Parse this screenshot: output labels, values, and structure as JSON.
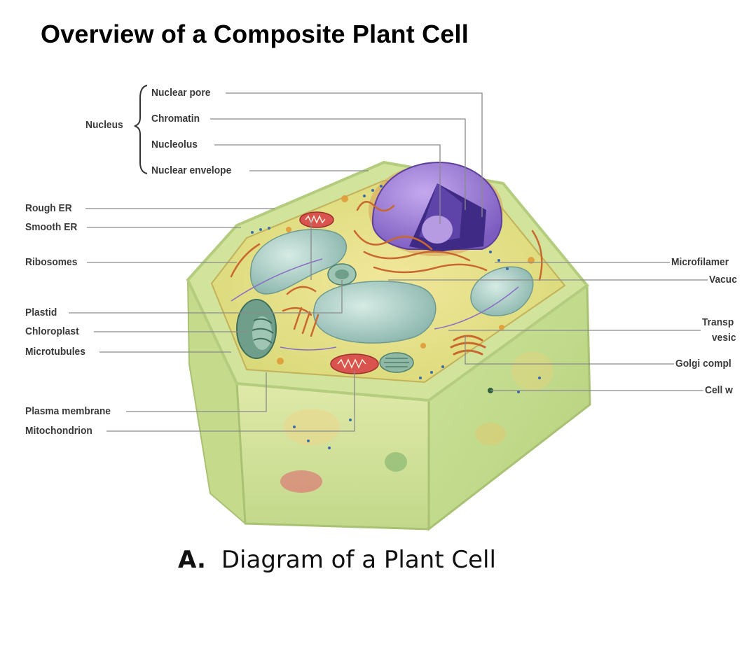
{
  "title": "Overview of a Composite Plant Cell",
  "caption": {
    "letter": "A.",
    "text": "Diagram of a Plant Cell"
  },
  "labels": {
    "nucleus": "Nucleus",
    "nuclear_pore": "Nuclear pore",
    "chromatin": "Chromatin",
    "nucleolus": "Nucleolus",
    "nuclear_envelope": "Nuclear envelope",
    "rough_er": "Rough ER",
    "smooth_er": "Smooth ER",
    "ribosomes": "Ribosomes",
    "plastid": "Plastid",
    "chloroplast": "Chloroplast",
    "microtubules": "Microtubules",
    "plasma_membrane": "Plasma membrane",
    "mitochondrion": "Mitochondrion",
    "microfilaments": "Microfilamer",
    "vacuole": "Vacuc",
    "transport_1": "Transp",
    "transport_2": "vesic",
    "golgi": "Golgi compl",
    "cell_wall": "Cell w"
  },
  "colors": {
    "cell_wall": "#c9dc8f",
    "cytoplasm": "#e9e08a",
    "vacuole": "#a8c8c0",
    "nucleus": "#9b7fd0",
    "mitochondrion": "#d9534f",
    "chloroplast": "#6f9f8a",
    "leader_line": "#8a8a8a"
  }
}
